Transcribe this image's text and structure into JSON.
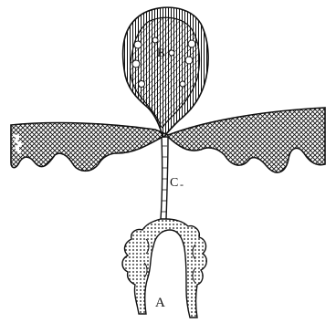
{
  "labels": {
    "a": "A",
    "b": "B",
    "c": "C",
    "c_mark": "-"
  },
  "colors": {
    "ink": "#111111",
    "background": "#ffffff"
  },
  "parts": [
    "tissue-band",
    "stalk",
    "bulb-b",
    "branching-root-a"
  ]
}
